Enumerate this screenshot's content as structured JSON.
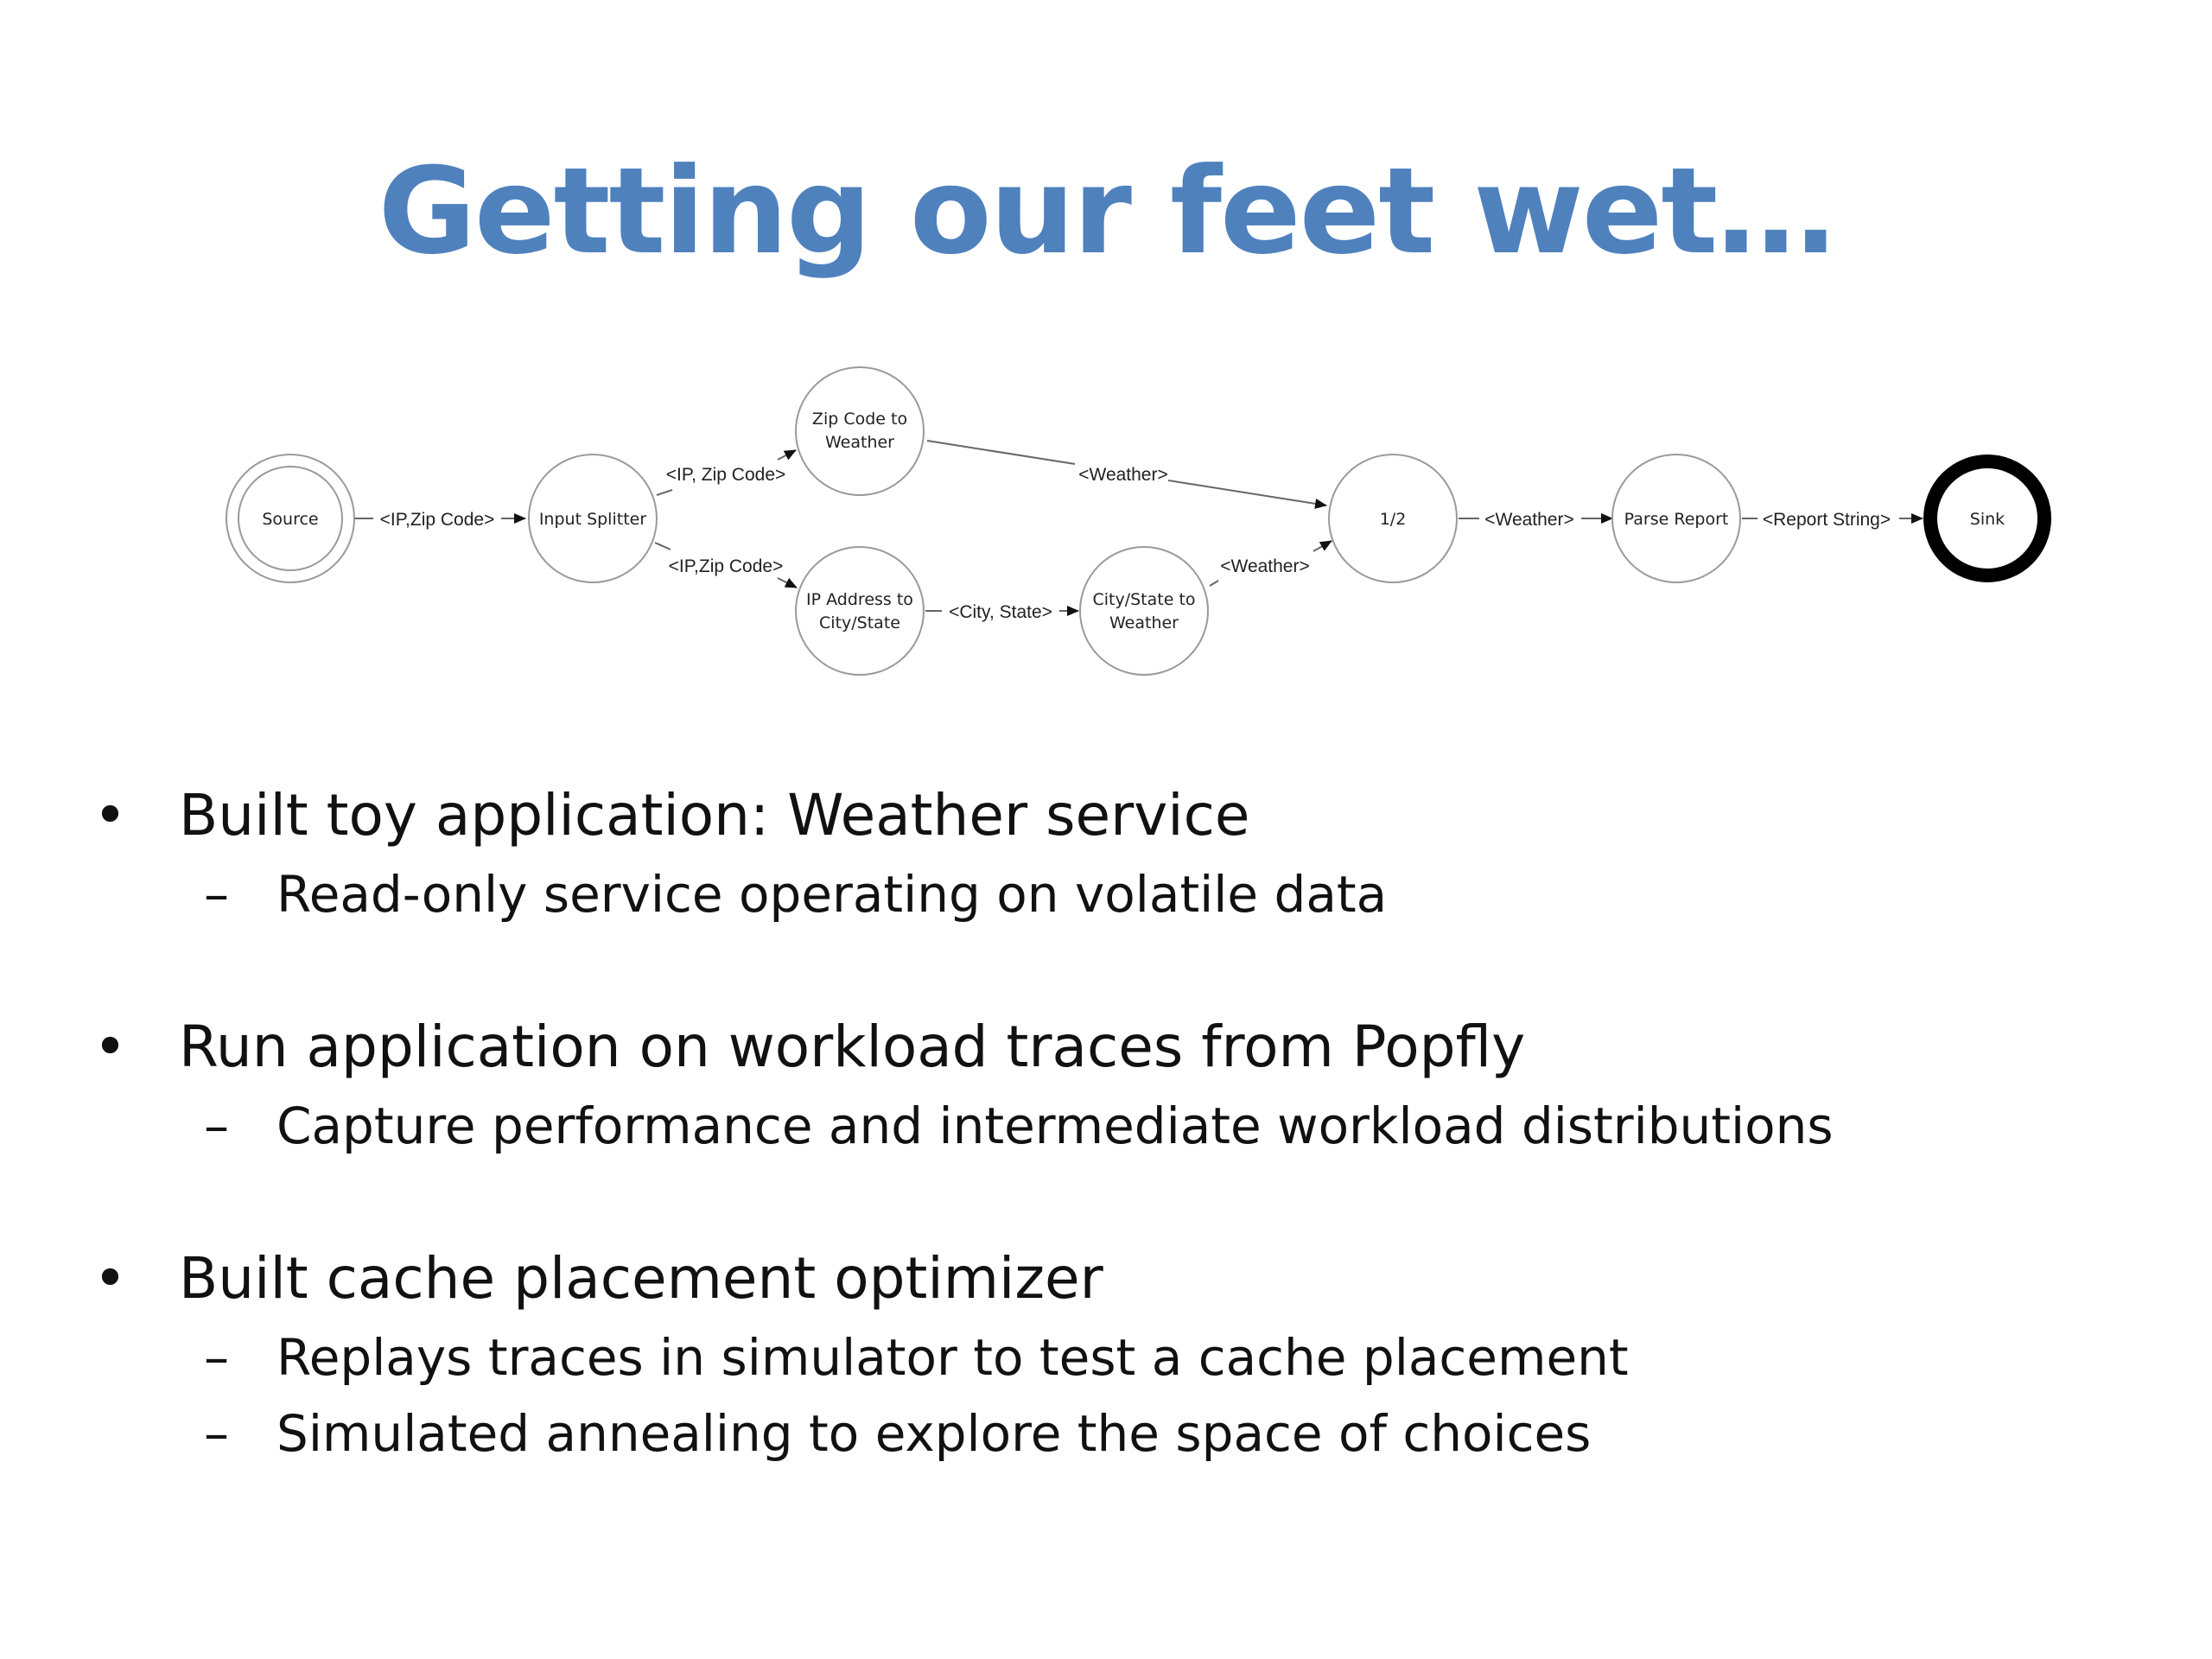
{
  "slide": {
    "title": "Getting our feet wet…"
  },
  "diagram": {
    "nodes": {
      "source": "Source",
      "input_splitter": "Input Splitter",
      "zip_to_weather_l1": "Zip Code to",
      "zip_to_weather_l2": "Weather",
      "ip_to_city_l1": "IP Address to",
      "ip_to_city_l2": "City/State",
      "city_to_weather_l1": "City/State to",
      "city_to_weather_l2": "Weather",
      "half": "1/2",
      "parse_report": "Parse Report",
      "sink": "Sink"
    },
    "edges": {
      "source_to_splitter": "<IP,Zip Code>",
      "splitter_to_zip": "<IP, Zip Code>",
      "splitter_to_ip": "<IP,Zip Code>",
      "zip_to_half": "<Weather>",
      "ip_to_city": "<City, State>",
      "city_to_half": "<Weather>",
      "half_to_parse": "<Weather>",
      "parse_to_sink": "<Report String>"
    }
  },
  "bullets": [
    {
      "text": "Built toy application: Weather service",
      "subs": [
        "Read-only service operating on volatile data"
      ]
    },
    {
      "text": "Run application on workload traces from Popfly",
      "subs": [
        "Capture performance and intermediate workload distributions"
      ]
    },
    {
      "text": "Built cache placement optimizer",
      "subs": [
        "Replays traces in simulator to test a cache placement",
        "Simulated annealing to explore the space of choices"
      ]
    }
  ],
  "markers": {
    "bullet": "•",
    "dash": "–"
  },
  "colors": {
    "title": "#4f81bd",
    "text": "#111111",
    "node_stroke": "#9a9a9a",
    "sink_stroke": "#000000"
  }
}
